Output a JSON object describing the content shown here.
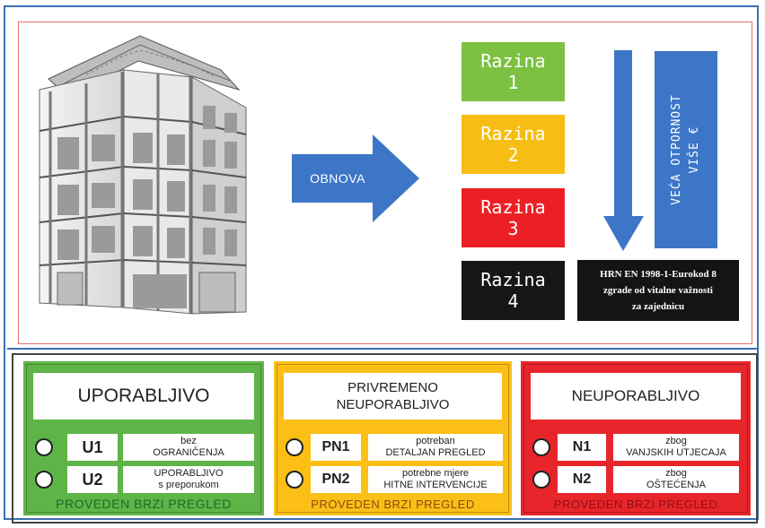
{
  "renovation": {
    "arrow_label": "OBNOVA"
  },
  "levels": [
    {
      "line1": "Razina",
      "line2": "1",
      "color": "#7dc143"
    },
    {
      "line1": "Razina",
      "line2": "2",
      "color": "#f6be15"
    },
    {
      "line1": "Razina",
      "line2": "3",
      "color": "#ec2024"
    },
    {
      "line1": "Razina",
      "line2": "4",
      "color": "#161616"
    }
  ],
  "resistance": {
    "line1": "VEĆA OTPORNOST",
    "line2": "VIŠE €",
    "color": "#3d76c6"
  },
  "standard": {
    "line1": "HRN EN 1998-1-Eurokod 8",
    "line2": "zgrade od vitalne važnosti",
    "line3": "za zajednicu"
  },
  "cards": [
    {
      "title_line1": "UPORABLJIVO",
      "title_line2": "",
      "color": "#5db547",
      "footer_color": "#1c6a27",
      "rows": [
        {
          "code": "U1",
          "desc_line1": "bez",
          "desc_line2": "OGRANIČENJA"
        },
        {
          "code": "U2",
          "desc_line1": "UPORABLJIVO",
          "desc_line2": "s preporukom"
        }
      ],
      "footer": "PROVEDEN BRZI PREGLED"
    },
    {
      "title_line1": "PRIVREMENO",
      "title_line2": "NEUPORABLJIVO",
      "color": "#fbbf16",
      "footer_color": "#8a4a12",
      "rows": [
        {
          "code": "PN1",
          "desc_line1": "potreban",
          "desc_line2": "DETALJAN PREGLED"
        },
        {
          "code": "PN2",
          "desc_line1": "potrebne mjere",
          "desc_line2": "HITNE INTERVENCIJE"
        }
      ],
      "footer": "PROVEDEN BRZI PREGLED"
    },
    {
      "title_line1": "NEUPORABLJIVO",
      "title_line2": "",
      "color": "#e8252b",
      "footer_color": "#8e1016",
      "rows": [
        {
          "code": "N1",
          "desc_line1": "zbog",
          "desc_line2": "VANJSKIH UTJECAJA"
        },
        {
          "code": "N2",
          "desc_line1": "zbog",
          "desc_line2": "OŠTEĆENJA"
        }
      ],
      "footer": "PROVEDEN BRZI PREGLED"
    }
  ]
}
